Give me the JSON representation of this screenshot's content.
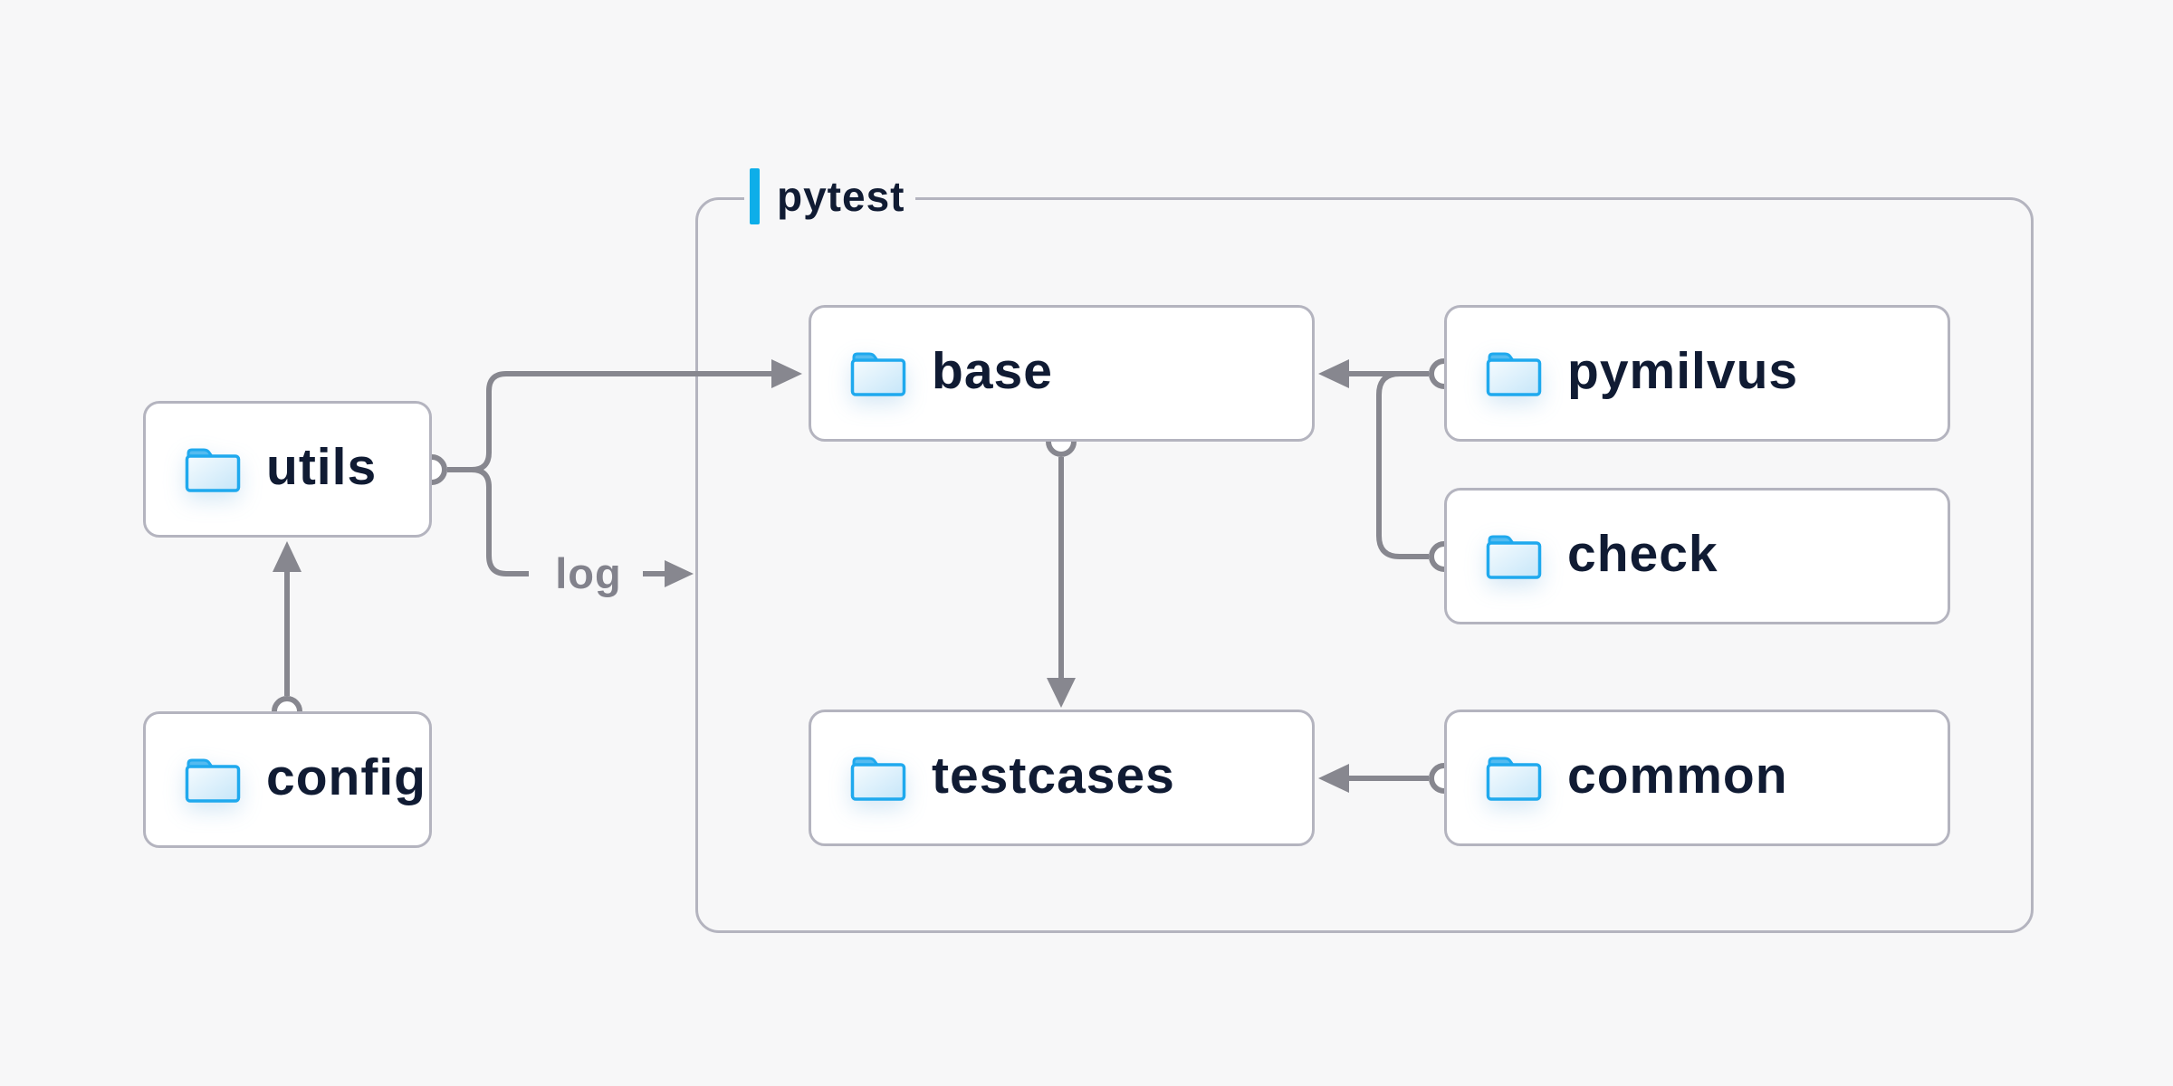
{
  "diagram": {
    "group": {
      "label": "pytest"
    },
    "nodes": [
      {
        "id": "utils",
        "label": "utils",
        "icon": "folder-icon"
      },
      {
        "id": "config",
        "label": "config",
        "icon": "folder-icon"
      },
      {
        "id": "base",
        "label": "base",
        "icon": "folder-icon"
      },
      {
        "id": "pymilvus",
        "label": "pymilvus",
        "icon": "folder-icon"
      },
      {
        "id": "check",
        "label": "check",
        "icon": "folder-icon"
      },
      {
        "id": "testcases",
        "label": "testcases",
        "icon": "folder-icon"
      },
      {
        "id": "common",
        "label": "common",
        "icon": "folder-icon"
      }
    ],
    "edges": [
      {
        "from": "config",
        "to": "utils"
      },
      {
        "from": "utils",
        "to": "base"
      },
      {
        "from": "utils",
        "to": "pytest-group",
        "label": "log"
      },
      {
        "from": "pymilvus",
        "to": "base"
      },
      {
        "from": "check",
        "to": "base"
      },
      {
        "from": "base",
        "to": "testcases"
      },
      {
        "from": "common",
        "to": "testcases"
      }
    ],
    "colors": {
      "background": "#f7f7f8",
      "node_fill": "#ffffff",
      "node_border": "#b4b4bf",
      "group_border": "#b4b4bf",
      "connector_gray": "#87878f",
      "accent_blue": "#0daee9",
      "folder_blue": "#1fa9ee",
      "label_navy": "#101b33",
      "edge_label_gray": "#82828c"
    }
  }
}
